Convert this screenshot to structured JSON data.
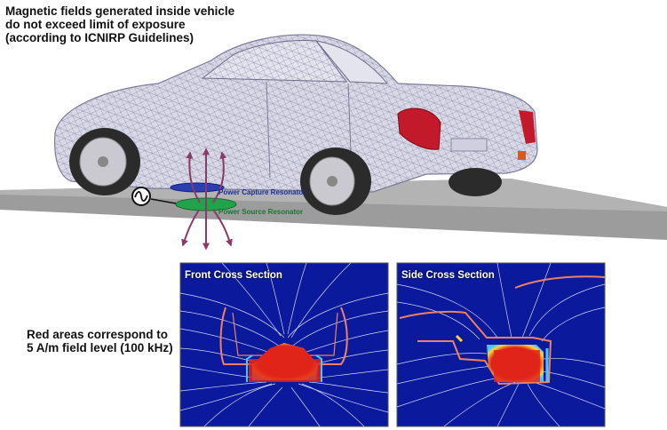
{
  "captions": {
    "top": [
      "Magnetic fields generated inside vehicle",
      "do not exceed limit of exposure",
      "(according to ICNIRP Guidelines)"
    ],
    "bottom": [
      "Red areas correspond to",
      "5 A/m field level (100 kHz)"
    ]
  },
  "labels": {
    "capture": "Power Capture Resonator",
    "source": "Power Source Resonator"
  },
  "panels": {
    "front_title": "Front Cross Section",
    "side_title": "Side Cross Section"
  },
  "colors": {
    "ground": "#9c9c9c",
    "car_body": "#d8d8e6",
    "taillight": "#c21a2a",
    "arrows": "#8a3a6a",
    "capture_resonator": "#2b3fb0",
    "source_resonator": "#22a34a",
    "label_capture": "#1c2f9a",
    "label_source": "#137a2f",
    "field_background": "#0b1a9c",
    "field_lines": "#ffffff",
    "hot_zone": "#e0241a"
  },
  "icons": {
    "source": "ac-source-icon"
  }
}
